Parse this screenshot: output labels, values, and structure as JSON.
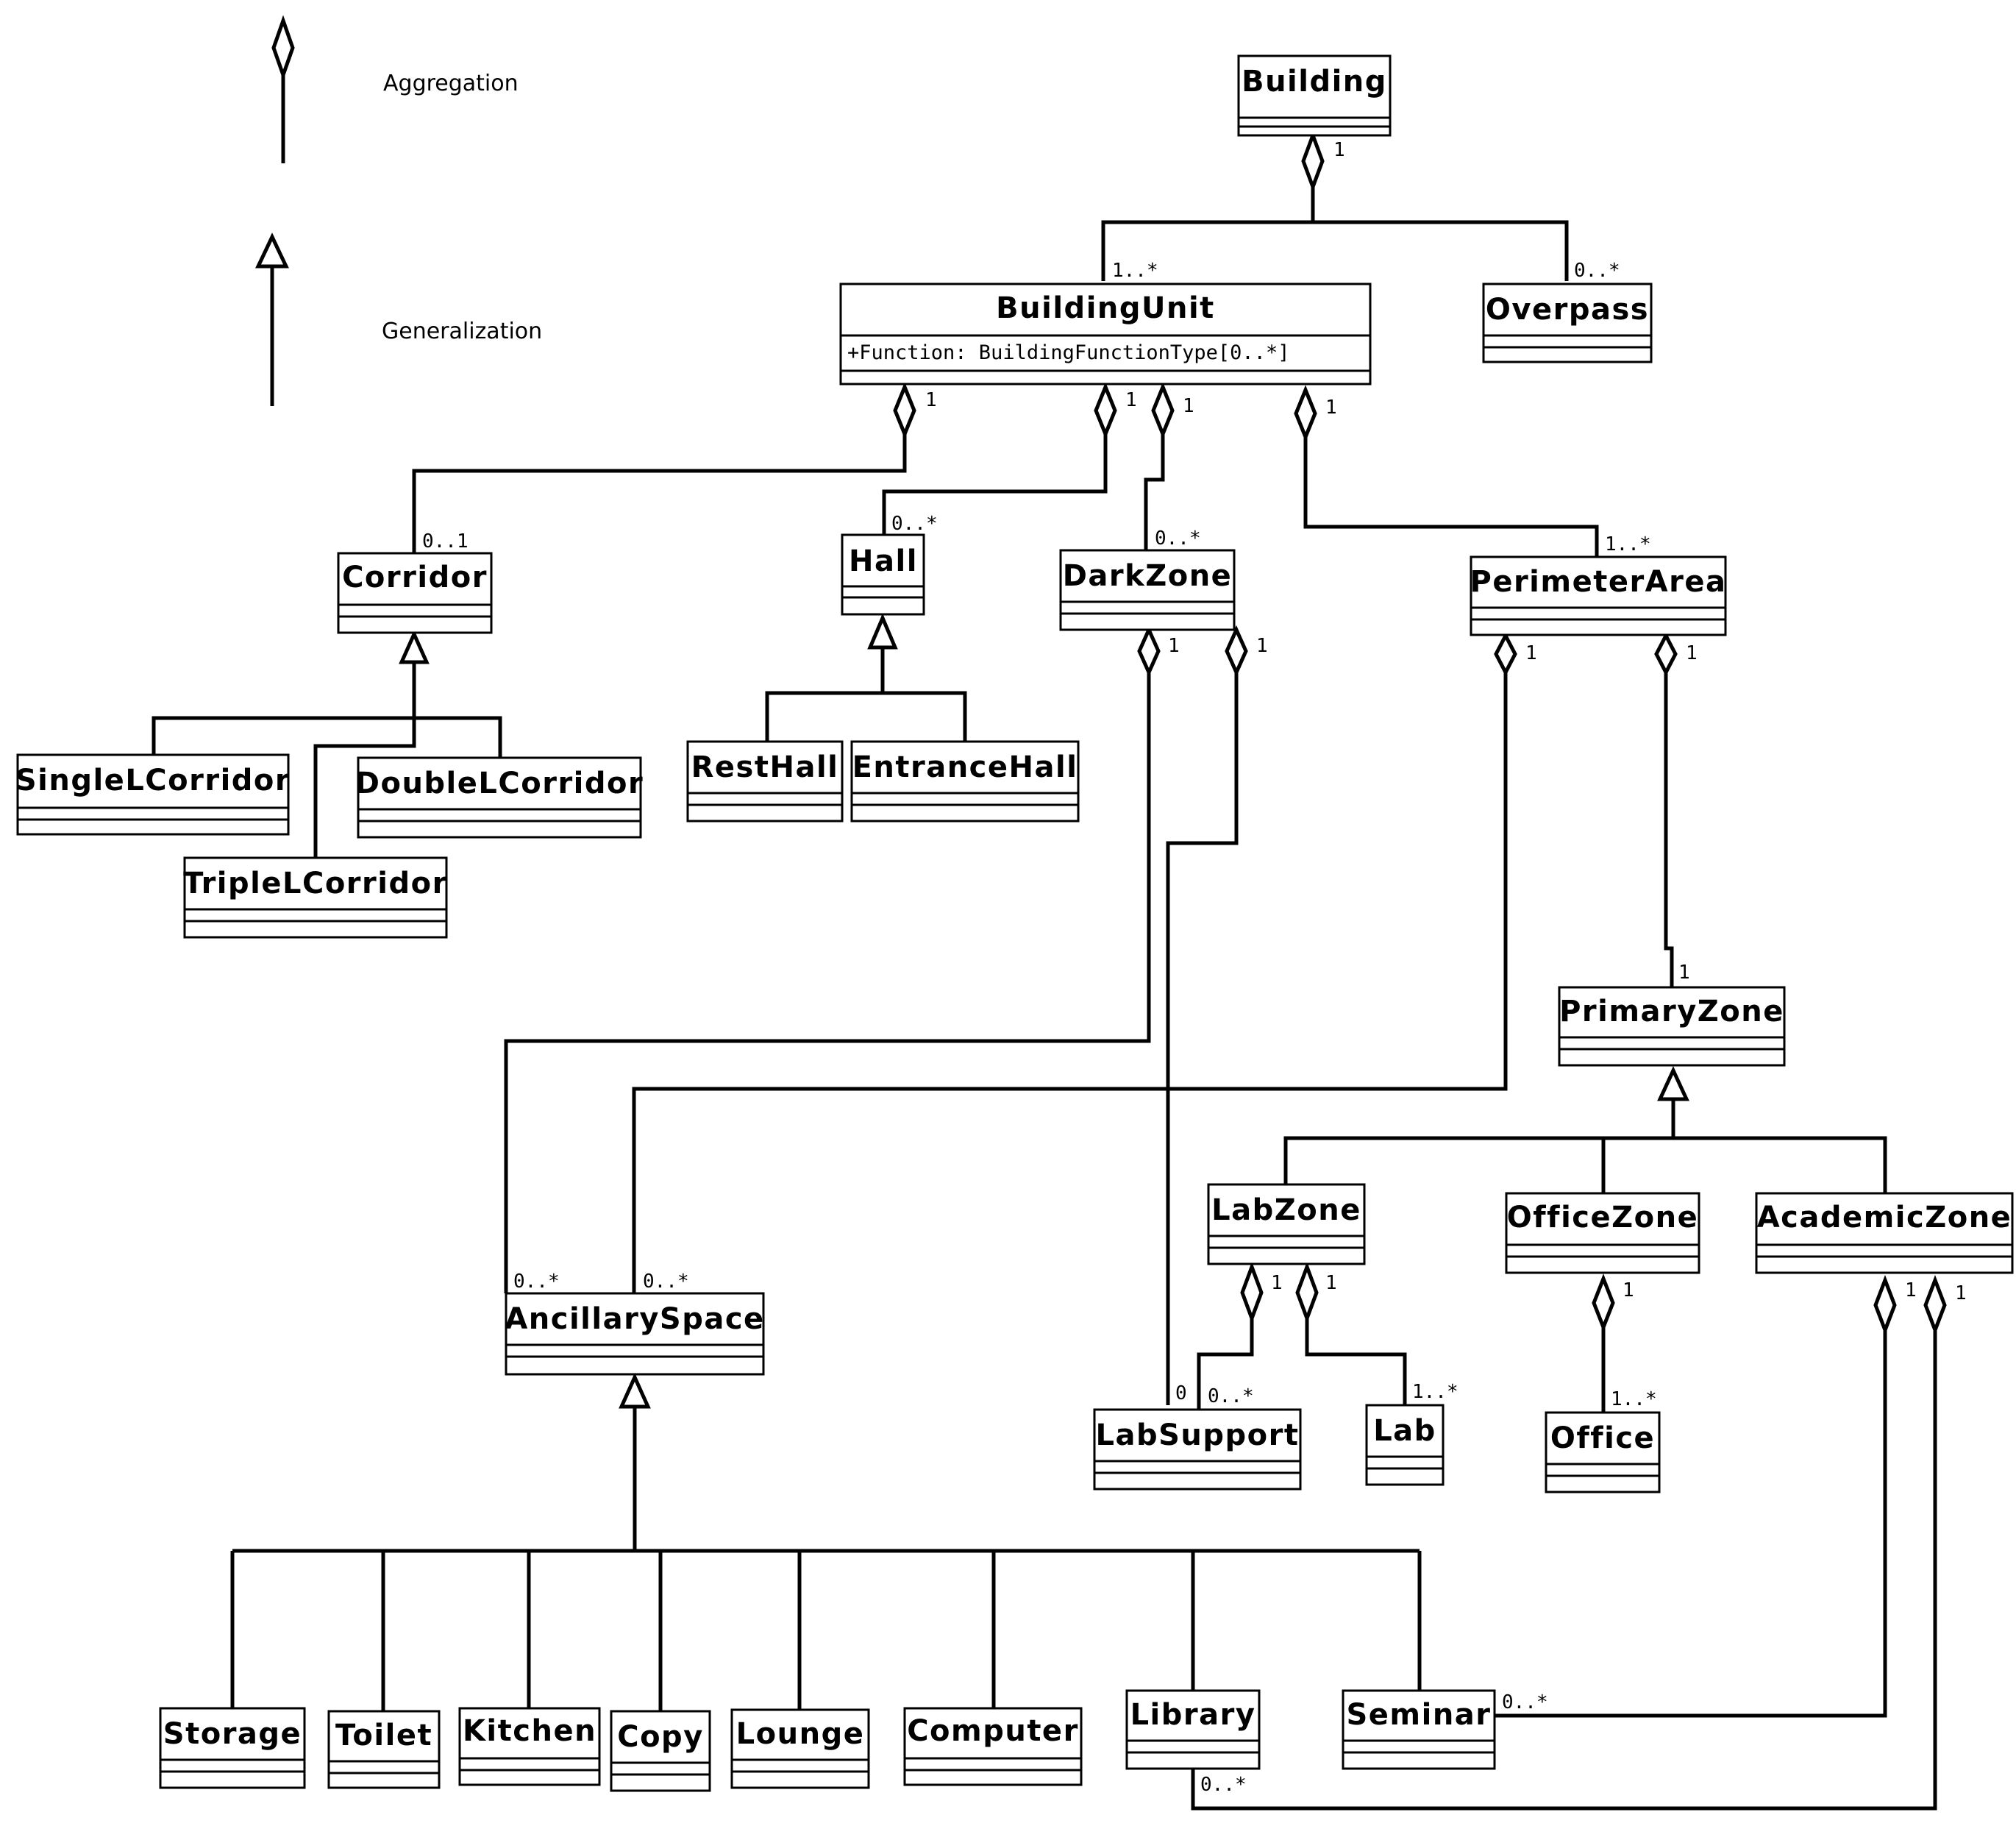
{
  "legend": {
    "aggregation": "Aggregation",
    "generalization": "Generalization"
  },
  "classes": {
    "building": "Building",
    "building_unit": "BuildingUnit",
    "building_unit_attr": "+Function: BuildingFunctionType[0..*]",
    "overpass": "Overpass",
    "corridor": "Corridor",
    "single_l_corridor": "SingleLCorridor",
    "double_l_corridor": "DoubleLCorridor",
    "triple_l_corridor": "TripleLCorridor",
    "hall": "Hall",
    "rest_hall": "RestHall",
    "entrance_hall": "EntranceHall",
    "dark_zone": "DarkZone",
    "perimeter_area": "PerimeterArea",
    "primary_zone": "PrimaryZone",
    "lab_zone": "LabZone",
    "office_zone": "OfficeZone",
    "academic_zone": "AcademicZone",
    "ancillary_space": "AncillarySpace",
    "lab_support": "LabSupport",
    "lab": "Lab",
    "office": "Office",
    "storage": "Storage",
    "toilet": "Toilet",
    "kitchen": "Kitchen",
    "copy": "Copy",
    "lounge": "Lounge",
    "computer": "Computer",
    "library": "Library",
    "seminar": "Seminar"
  },
  "multiplicities": {
    "building_owner": "1",
    "building_unit_part": "1..*",
    "overpass_part": "0..*",
    "bu_corridor_owner": "1",
    "corridor_part": "0..1",
    "bu_hall_owner": "1",
    "hall_part": "0..*",
    "bu_darkzone_owner": "1",
    "darkzone_part": "0..*",
    "bu_perimeter_owner": "1",
    "perimeter_part": "1..*",
    "darkzone_anc_owner": "1",
    "darkzone_labsupport_owner": "1",
    "perimeter_anc_owner": "1",
    "perimeter_primary_owner": "1",
    "primaryzone_part": "1",
    "anc_part_left": "0..*",
    "anc_part_right": "0..*",
    "labzone_labsupport_owner": "1",
    "labzone_lab_owner": "1",
    "labsupport_part_a": "0",
    "labsupport_part_b": "0..*",
    "lab_part": "1..*",
    "officezone_office_owner": "1",
    "office_part": "1..*",
    "academic_seminar_owner": "1",
    "academic_library_owner": "1",
    "seminar_part": "0..*",
    "library_part": "0..*"
  }
}
